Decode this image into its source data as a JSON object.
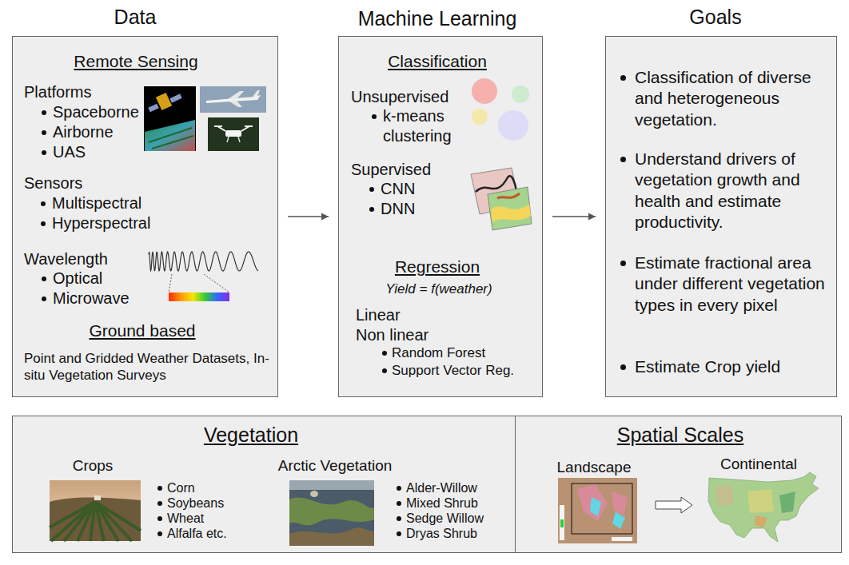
{
  "diagram": {
    "nodes": [
      {
        "text": [
          "Data",
          "Remote Sensing",
          "Platforms",
          "Spaceborne",
          "Airborne",
          "UAS",
          "Sensors",
          "Multispectral",
          "Hyperspectral",
          "Wavelength",
          "Optical",
          "Microwave",
          "Ground based",
          "Point and Gridded Weather Datasets, In-situ Vegetation Surveys"
        ]
      },
      {
        "text": [
          "Machine Learning",
          "Classification",
          "Unsupervised",
          "k-means clustering",
          "Supervised",
          "CNN",
          "DNN",
          "Regression",
          "Yield = f(weather)",
          "Linear",
          "Non linear",
          "Random Forest",
          "Support Vector Reg."
        ]
      },
      {
        "text": [
          "Goals",
          "Classification of diverse and heterogeneous vegetation.",
          "Understand drivers of vegetation growth and health and estimate productivity.",
          "Estimate fractional area under different vegetation types in every pixel",
          "Estimate Crop yield"
        ]
      },
      {
        "text": [
          "Vegetation",
          "Crops",
          "Corn",
          "Soybeans",
          "Wheat",
          "Alfalfa etc.",
          "Arctic Vegetation",
          "Alder-Willow",
          "Mixed Shrub",
          "Sedge Willow",
          "Dryas Shrub"
        ]
      },
      {
        "text": [
          "Spatial Scales",
          "Landscape",
          "Continental"
        ]
      }
    ],
    "edges": [
      {
        "from": 0,
        "to": 1,
        "arrow": "to"
      },
      {
        "from": 1,
        "to": 2,
        "arrow": "to"
      }
    ]
  }
}
